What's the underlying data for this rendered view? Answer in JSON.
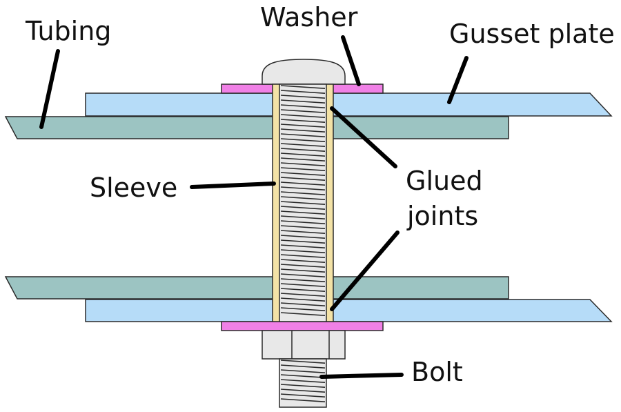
{
  "labels": {
    "tubing": "Tubing",
    "washer": "Washer",
    "gusset_plate": "Gusset plate",
    "sleeve": "Sleeve",
    "glued_line1": "Glued",
    "glued_line2": "joints",
    "bolt": "Bolt"
  },
  "colors": {
    "tubing": "#9cc4c2",
    "gusset_plate": "#b6dcf8",
    "washer": "#f080e6",
    "sleeve": "#f3e2a6",
    "bolt": "#e8e8e8",
    "outline": "#2a2a2a",
    "leader": "#000000"
  }
}
